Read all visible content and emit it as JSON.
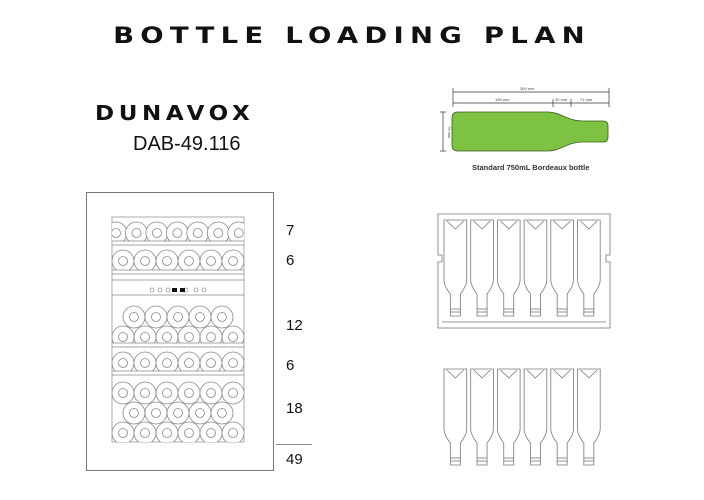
{
  "header": {
    "title": "BOTTLE LOADING PLAN"
  },
  "product": {
    "brand": "DUNAVOX",
    "model": "DAB-49.116"
  },
  "bottle_spec": {
    "caption": "Standard 750mL Bordeaux bottle",
    "color": "#7dc242",
    "dimensions": {
      "total_length": "300 mm",
      "body_length": "190 mm",
      "shoulder_length": "30 mm",
      "neck_length": "71 mm",
      "diameter": "75 mm"
    }
  },
  "loading_plan": {
    "zones": [
      {
        "label": "7",
        "rows": 1
      },
      {
        "label": "6",
        "rows": 1
      },
      {
        "label": "12",
        "rows": 2
      },
      {
        "label": "6",
        "rows": 1
      },
      {
        "label": "18",
        "rows": 3
      }
    ],
    "total": "49"
  },
  "shelf_views": [
    {
      "name": "shelf-with-rail",
      "bottles": 6
    },
    {
      "name": "shelf-bottles-only",
      "bottles": 6
    }
  ]
}
